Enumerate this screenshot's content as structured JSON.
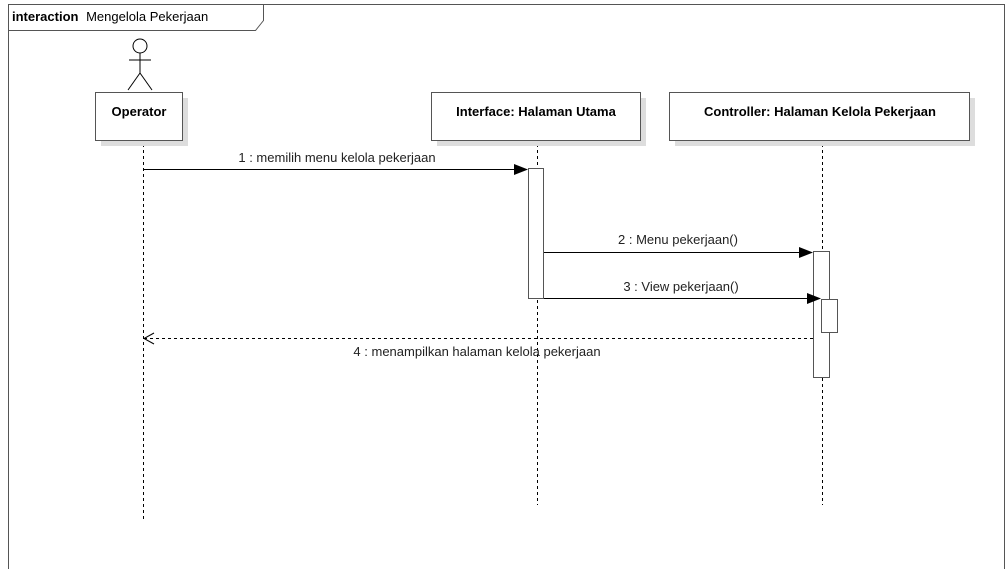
{
  "frame": {
    "keyword": "interaction",
    "name": "Mengelola Pekerjaan"
  },
  "lifelines": [
    {
      "id": "operator",
      "label": "Operator",
      "kind": "actor"
    },
    {
      "id": "interface",
      "label": "Interface: Halaman Utama",
      "kind": "object"
    },
    {
      "id": "controller",
      "label": "Controller: Halaman Kelola Pekerjaan",
      "kind": "object"
    }
  ],
  "messages": [
    {
      "label": "1 : memilih menu kelola pekerjaan",
      "from": "operator",
      "to": "interface",
      "type": "sync"
    },
    {
      "label": "2 : Menu pekerjaan()",
      "from": "interface",
      "to": "controller",
      "type": "sync"
    },
    {
      "label": "3 : View pekerjaan()",
      "from": "interface",
      "to": "controller",
      "type": "sync"
    },
    {
      "label": "4 : menampilkan halaman kelola pekerjaan",
      "from": "controller",
      "to": "operator",
      "type": "return"
    }
  ],
  "colors": {
    "line": "#000000",
    "box_border": "#555555",
    "shadow": "#dddddd",
    "fill": "#ffffff"
  }
}
